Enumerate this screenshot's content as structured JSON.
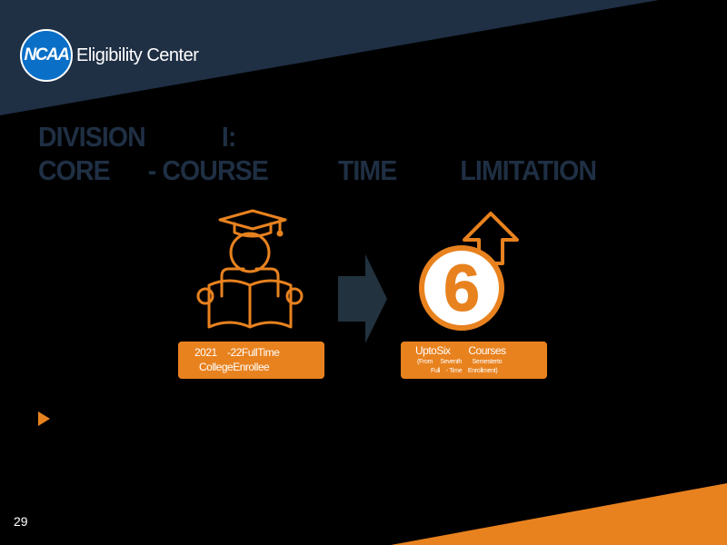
{
  "header": {
    "logo_wordmark": "NCAA",
    "logo_text": "Eligibility Center"
  },
  "title": {
    "line1": "DIVISION            I:",
    "line2": "CORE      - COURSE           TIME          LIMITATION"
  },
  "left_card": {
    "icon": "graduate-reading-book-icon",
    "line1": "2021    -22FullTime",
    "line2": "CollegeEnrollee"
  },
  "arrow": {
    "icon": "right-arrow-icon"
  },
  "right_card": {
    "icon": "number-six-up-arrow-icon",
    "badge_number": "6",
    "line1": "UptoSix       Courses",
    "line2": "(From     Seventh       Semesterto",
    "line3": "Full    - Time    Enrollment)"
  },
  "bullet_icon": "triangle-bullet-icon",
  "page_number": "29",
  "colors": {
    "background": "#000000",
    "header_band": "#1f2f44",
    "accent_orange": "#e8821f",
    "logo_blue": "#0a6fc7",
    "title_navy": "#1f2f44",
    "arrow_slate": "#22323f"
  }
}
